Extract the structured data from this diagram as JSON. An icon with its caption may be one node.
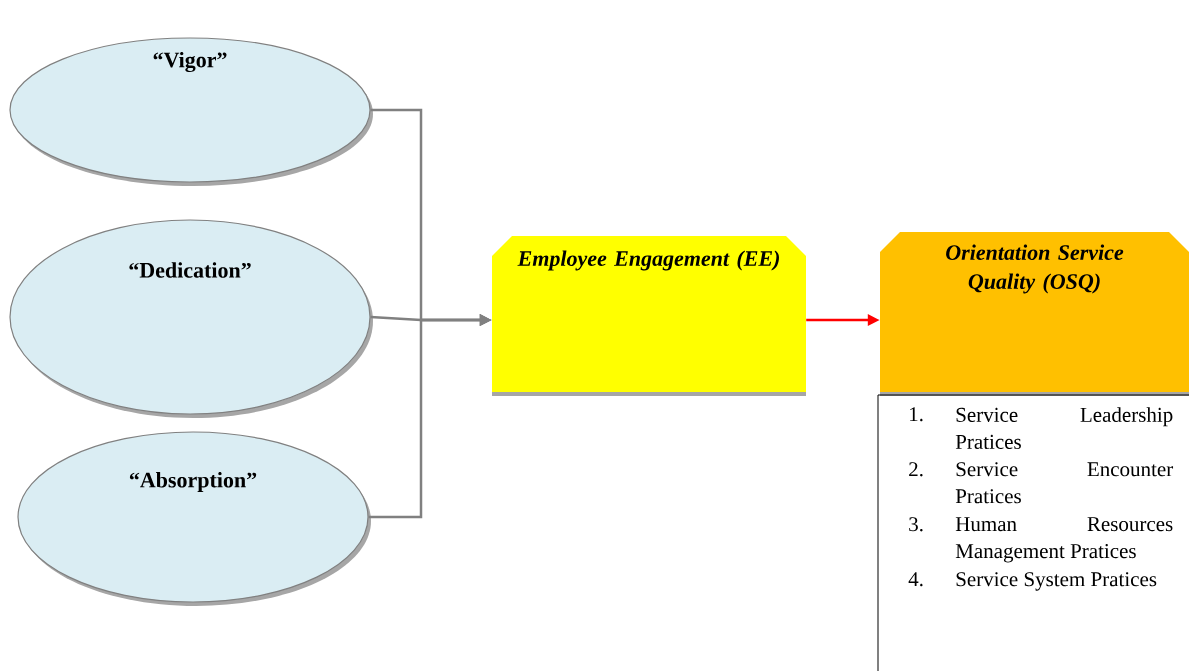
{
  "diagram": {
    "nodes": [
      {
        "text": [
          "“Vigor”"
        ]
      },
      {
        "text": [
          "“Dedication”"
        ]
      },
      {
        "text": [
          "“Absorption”"
        ]
      },
      {
        "text": [
          "Employee Engagement (EE)"
        ]
      },
      {
        "text": [
          "Orientation Service Quality (OSQ)"
        ]
      },
      {
        "text": [
          "1.",
          "Service Leadership Pratices",
          "2.",
          "Service Encounter Pratices",
          "3.",
          "Human Resources Management Pratices",
          "4.",
          "Service System Pratices"
        ]
      }
    ],
    "edges": [
      {
        "from": 0,
        "to": 3,
        "arrow": "to"
      },
      {
        "from": 1,
        "to": 3,
        "arrow": "to"
      },
      {
        "from": 2,
        "to": 3,
        "arrow": "to"
      },
      {
        "from": 3,
        "to": 4,
        "arrow": "to",
        "color": "#ff0000"
      }
    ]
  }
}
